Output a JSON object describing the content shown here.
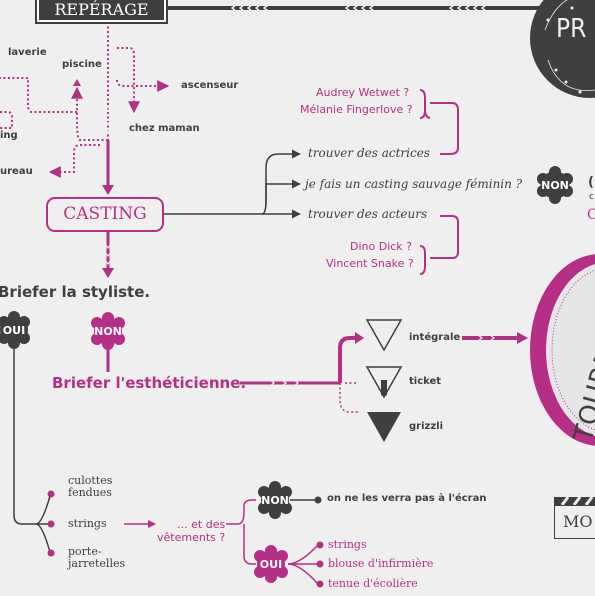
{
  "header": {
    "reperage": "REPÉRAGE",
    "top_right_partial": "PR"
  },
  "locations": {
    "laverie": "laverie",
    "piscine": "piscine",
    "ascenseur": "ascenseur",
    "chez_maman": "chez maman",
    "parking_partial": "ing",
    "bureau_partial": "ureau"
  },
  "casting": {
    "label": "CASTING",
    "actresses": [
      "Audrey Wetwet ?",
      "Mélanie Fingerlove ?"
    ],
    "find_actresses": "trouver des actrices",
    "wild_casting": "je fais un casting sauvage féminin ?",
    "find_actors": "trouver des acteurs",
    "actors": [
      "Dino Dick  ?",
      "Vincent Snake ?"
    ],
    "non_badge": "NON",
    "right_partial_1": "(",
    "right_partial_2": "c",
    "right_partial_3": "C"
  },
  "stylist": {
    "title": "Briefer la styliste.",
    "oui": "OUI",
    "non": "NON",
    "beautician": "Briefer l'esthéticienne."
  },
  "waxing": {
    "integrale": "intégrale",
    "ticket": "ticket",
    "grizzli": "grizzli"
  },
  "tournage": {
    "label": "TOURNAGE"
  },
  "lingerie": {
    "items": [
      "culottes\nfendues",
      "strings",
      "porte-\njarretelles"
    ],
    "and_clothes": "... et des\nvêtements ?",
    "non": "NON",
    "oui": "OUI",
    "non_result": "on ne les verra pas à l'écran",
    "oui_results": [
      "strings",
      "blouse d'infirmière",
      "tenue d'écolière"
    ]
  },
  "bottom_right": {
    "label": "MO"
  },
  "colors": {
    "dark": "#3f3f3f",
    "pink": "#b52f86",
    "background": "#efefef"
  }
}
